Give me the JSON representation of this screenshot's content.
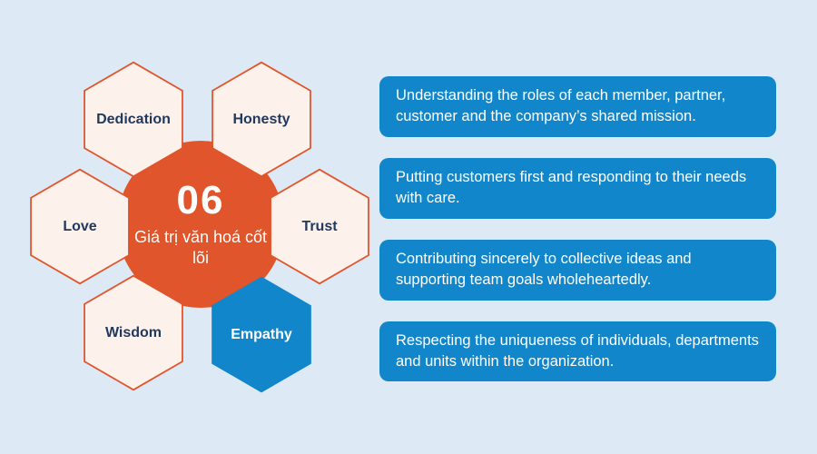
{
  "colors": {
    "background": "#dde9f4",
    "orange": "#e0552b",
    "hex_fill": "#fdf1ec",
    "hex_border": "#e0552b",
    "blue": "#1286ca",
    "navy_text": "#21395c",
    "white": "#ffffff"
  },
  "center": {
    "number": "06",
    "label": "Giá trị văn hoá cốt lõi"
  },
  "hexagons": [
    {
      "label": "Dedication",
      "variant": "light"
    },
    {
      "label": "Honesty",
      "variant": "light"
    },
    {
      "label": "Love",
      "variant": "light"
    },
    {
      "label": "Trust",
      "variant": "light"
    },
    {
      "label": "Wisdom",
      "variant": "light"
    },
    {
      "label": "Empathy",
      "variant": "blue"
    }
  ],
  "cards": [
    {
      "text": "Understanding the roles of each member, partner, customer and the company’s shared mission."
    },
    {
      "text": "Putting customers first and responding to their needs with care."
    },
    {
      "text": "Contributing sincerely to collective ideas and supporting team goals wholeheartedly."
    },
    {
      "text": "Respecting the uniqueness of individuals, departments and units within the organization."
    }
  ]
}
